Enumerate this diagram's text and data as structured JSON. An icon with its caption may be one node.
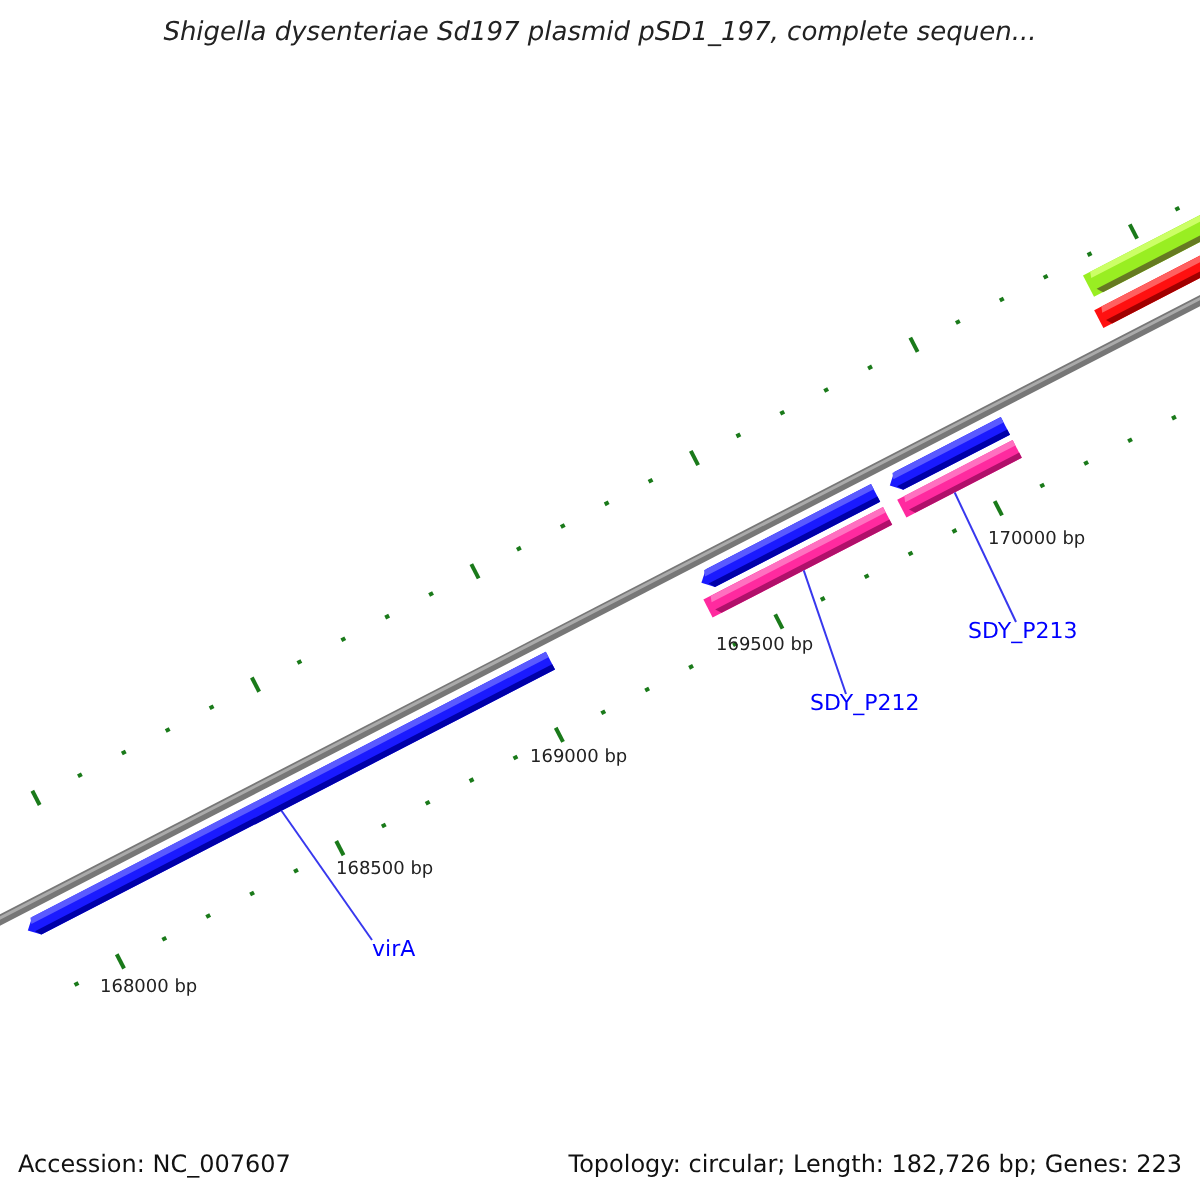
{
  "diagram": {
    "title": "Shigella dysenteriae Sd197 plasmid pSD1_197, complete sequen...",
    "nodes": [
      {
        "text": [],
        "shape": "bar"
      },
      {
        "text": [],
        "shape": "bar"
      },
      {
        "text": [],
        "shape": "bar"
      },
      {
        "text": [],
        "shape": "bar"
      },
      {
        "text": [],
        "shape": "bar"
      },
      {
        "text": [],
        "shape": "bar"
      },
      {
        "text": [],
        "shape": "bar"
      },
      {
        "text": [
          "virA"
        ]
      },
      {
        "text": [
          "SDY_P212"
        ]
      },
      {
        "text": [
          "SDY_P213"
        ]
      }
    ],
    "edges": [
      {
        "from": 7,
        "to": 0,
        "arrow": "none"
      },
      {
        "from": 8,
        "to": 2,
        "arrow": "none"
      },
      {
        "from": 9,
        "to": 4,
        "arrow": "none"
      }
    ],
    "labels": [
      "168000 bp",
      "168500 bp",
      "169000 bp",
      "169500 bp",
      "170000 bp",
      "Accession: NC_007607",
      "Topology: circular; Length: 182,726 bp; Genes: 223"
    ]
  }
}
